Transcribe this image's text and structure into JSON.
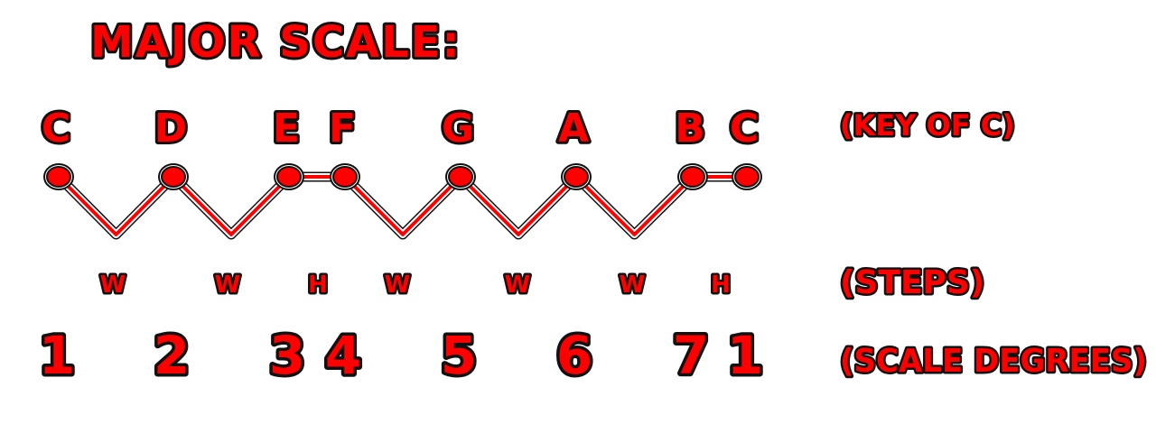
{
  "title": "MAJOR SCALE:",
  "notes": [
    "C",
    "D",
    "E",
    "F",
    "G",
    "A",
    "B",
    "C"
  ],
  "steps": [
    "W",
    "W",
    "H",
    "W",
    "W",
    "W",
    "H"
  ],
  "degrees": [
    "1",
    "2",
    "3",
    "4",
    "5",
    "6",
    "7",
    "1"
  ],
  "labels": {
    "key": "(KEY OF C)",
    "steps": "(STEPS)",
    "degrees": "(SCALE DEGREES)"
  },
  "colors": {
    "accent": "#ff0000",
    "outline": "#111111",
    "background": "#ffffff"
  }
}
